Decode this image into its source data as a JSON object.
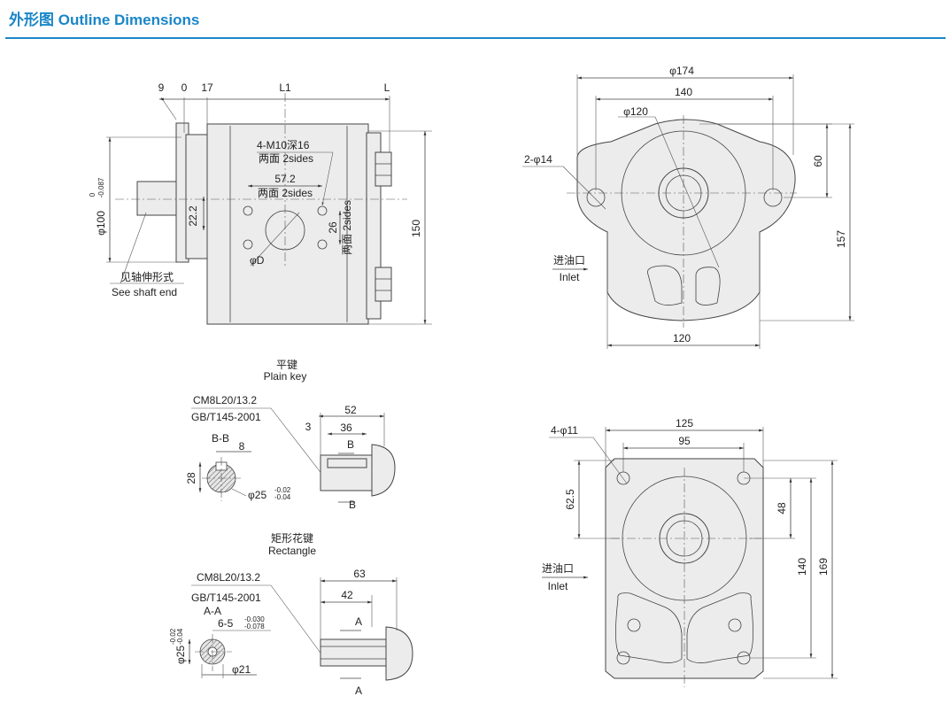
{
  "header": {
    "title": "外形图 Outline Dimensions",
    "accent": "#1a86c8"
  },
  "side_view": {
    "dim_9": "9",
    "dim_0": "0",
    "dim_17": "17",
    "dim_L1": "L1",
    "dim_L": "L",
    "hole_label_1": "4-M10深16",
    "hole_label_2": "两面 2sides",
    "dim_572": "57.2",
    "dim_572_sub": "两面 2sides",
    "dim_222": "22.2",
    "dim_26": "26",
    "dim_26_sub": "两面 2sides",
    "dim_phiD": "φD",
    "dim_150": "150",
    "dim_phi100": "φ100",
    "dim_phi100_tol_upper": "0",
    "dim_phi100_tol_lower": "-0.087",
    "note_cn": "见轴伸形式",
    "note_en": "See shaft end"
  },
  "front_view_top": {
    "dim_174": "φ174",
    "dim_140": "140",
    "dim_120c": "φ120",
    "dim_holes": "2-φ14",
    "dim_60": "60",
    "dim_157": "157",
    "dim_120": "120",
    "inlet_cn": "进油口",
    "inlet_en": "Inlet"
  },
  "plain_key": {
    "title_cn": "平键",
    "title_en": "Plain  key",
    "spec_1": "CM8L20/13.2",
    "spec_2": "GB/T145-2001",
    "section": "B-B",
    "dim_8": "8",
    "dim_28": "28",
    "dim_phi25": "φ25",
    "dim_phi25_tol_upper": "-0.02",
    "dim_phi25_tol_lower": "-0.04",
    "dim_52": "52",
    "dim_36": "36",
    "dim_3": "3",
    "arrow_top": "B",
    "arrow_bottom": "B"
  },
  "spline": {
    "title_cn": "矩形花键",
    "title_en": "Rectangle",
    "spec_1": "CM8L20/13.2",
    "spec_2": "GB/T145-2001",
    "section": "A-A",
    "dim_6": "6-5",
    "dim_6_tol_upper": "-0.030",
    "dim_6_tol_lower": "-0.078",
    "dim_phi25": "φ25",
    "dim_phi25_tol_upper": "-0.02",
    "dim_phi25_tol_lower": "-0.04",
    "dim_phi21": "φ21",
    "dim_63": "63",
    "dim_42": "42",
    "arrow_top": "A",
    "arrow_bottom": "A"
  },
  "front_view_bottom": {
    "dim_125": "125",
    "dim_95": "95",
    "dim_holes": "4-φ11",
    "dim_625": "62.5",
    "dim_48": "48",
    "dim_140": "140",
    "dim_169": "169",
    "inlet_cn": "进油口",
    "inlet_en": "Inlet"
  }
}
